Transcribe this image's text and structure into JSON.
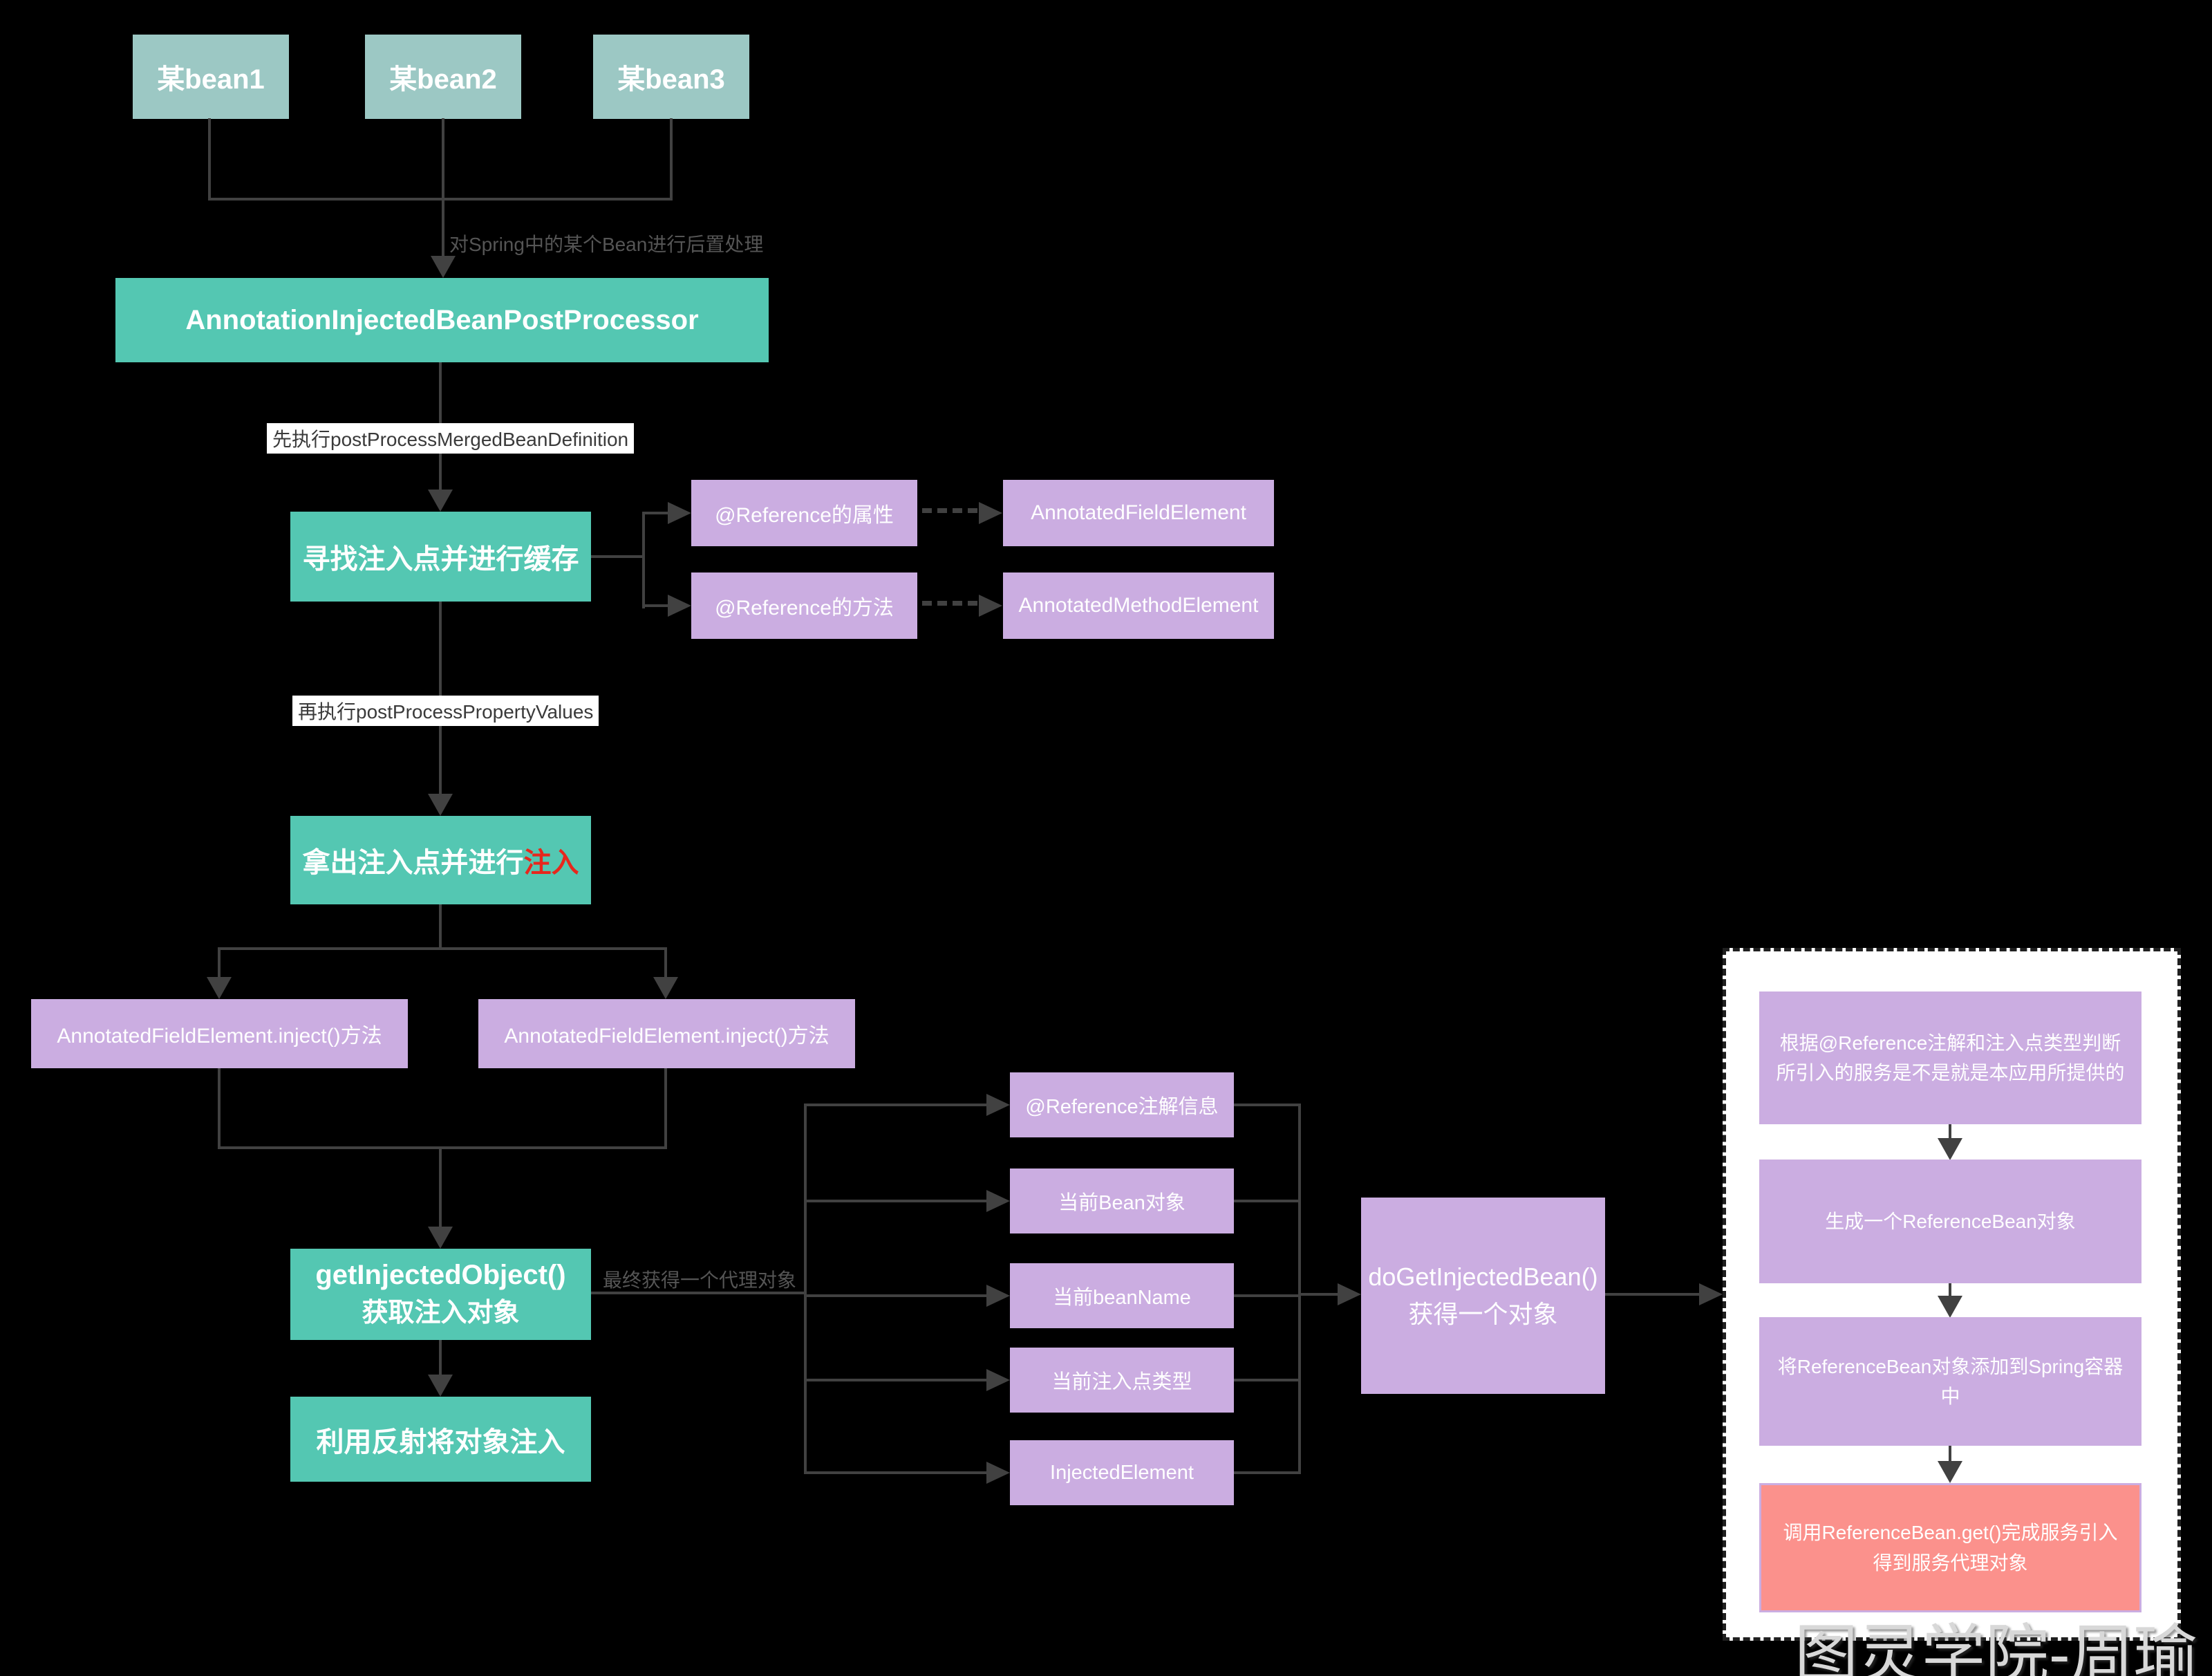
{
  "diagram": {
    "beans": [
      "某bean1",
      "某bean2",
      "某bean3"
    ],
    "processor": "AnnotationInjectedBeanPostProcessor",
    "labels": {
      "after_beans": "对Spring中的某个Bean进行后置处理",
      "step1": "先执行postProcessMergedBeanDefinition",
      "step2": "再执行postProcessPropertyValues",
      "proxy": "最终获得一个代理对象"
    },
    "nodes": {
      "find_points": "寻找注入点并进行缓存",
      "ref_field": "@Reference的属性",
      "ref_method": "@Reference的方法",
      "annotated_field": "AnnotatedFieldElement",
      "annotated_method": "AnnotatedMethodElement",
      "take_points_prefix": "拿出注入点并进行",
      "take_points_em": "注入",
      "inject_left": "AnnotatedFieldElement.inject()方法",
      "inject_right": "AnnotatedFieldElement.inject()方法",
      "get_injected_1": "getInjectedObject()",
      "get_injected_2": "获取注入对象",
      "reflect": "利用反射将对象注入",
      "do_get_1": "doGetInjectedBean()",
      "do_get_2": "获得一个对象"
    },
    "context_items": [
      "@Reference注解信息",
      "当前Bean对象",
      "当前beanName",
      "当前注入点类型",
      "InjectedElement"
    ],
    "panel_steps": [
      "根据@Reference注解和注入点类型判断所引入的服务是不是就是本应用所提供的",
      "生成一个ReferenceBean对象",
      "将ReferenceBean对象添加到Spring容器中",
      "调用ReferenceBean.get()完成服务引入得到服务代理对象"
    ],
    "watermark": "图灵学院-周瑜",
    "colors": {
      "teal": "#54c7b2",
      "teal_muted": "#9cc8c4",
      "purple": "#cbade1",
      "red_box": "#fb918c",
      "red_text": "#e7271d",
      "line": "#414141",
      "background": "#000000"
    }
  }
}
